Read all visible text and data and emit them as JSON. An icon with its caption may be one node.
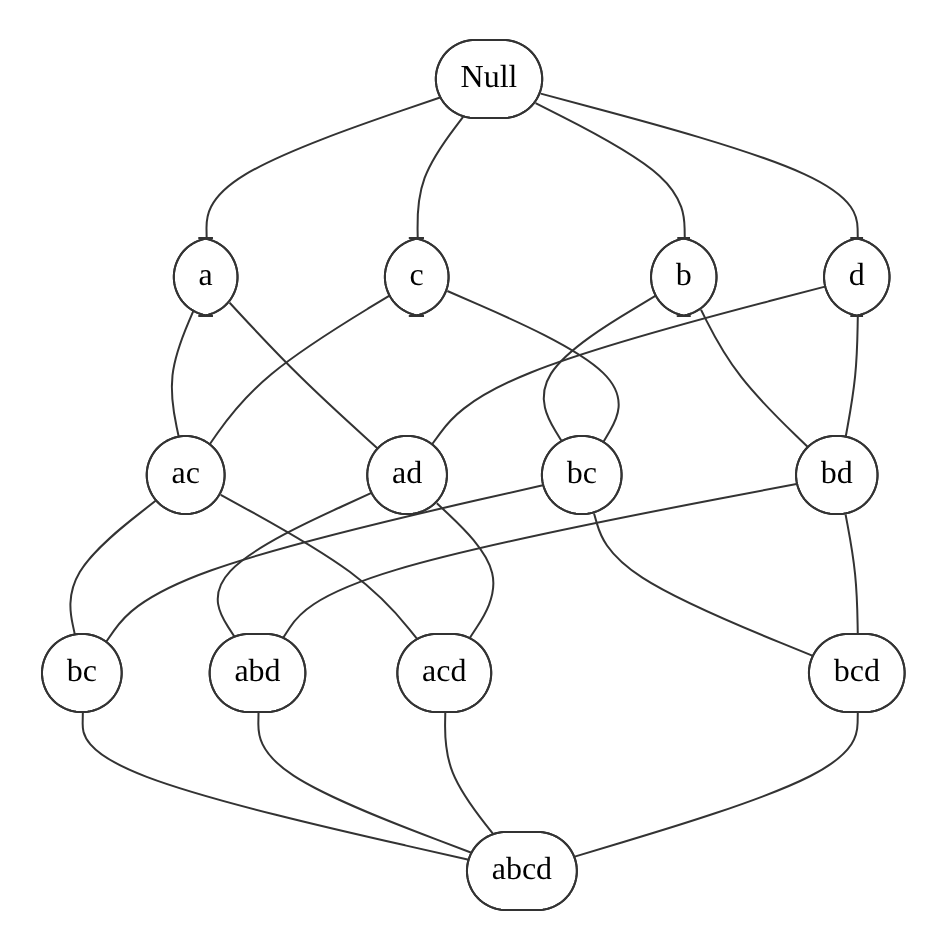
{
  "diagram": {
    "nodes": [
      {
        "text": [
          "Null"
        ]
      },
      {
        "text": [
          "a"
        ]
      },
      {
        "text": [
          "b"
        ]
      },
      {
        "text": [
          "c"
        ]
      },
      {
        "text": [
          "d"
        ]
      },
      {
        "text": [
          "ac"
        ]
      },
      {
        "text": [
          "ad"
        ]
      },
      {
        "text": [
          "bc"
        ]
      },
      {
        "text": [
          "bd"
        ]
      },
      {
        "text": [
          "bc"
        ]
      },
      {
        "text": [
          "abd"
        ]
      },
      {
        "text": [
          "acd"
        ]
      },
      {
        "text": [
          "bcd"
        ]
      },
      {
        "text": [
          "abcd"
        ]
      }
    ],
    "edges": [
      {
        "from": 0,
        "to": 1,
        "arrow": "none"
      },
      {
        "from": 0,
        "to": 2,
        "arrow": "none"
      },
      {
        "from": 0,
        "to": 3,
        "arrow": "none"
      },
      {
        "from": 0,
        "to": 4,
        "arrow": "none"
      },
      {
        "from": 1,
        "to": 5,
        "arrow": "none"
      },
      {
        "from": 1,
        "to": 6,
        "arrow": "none"
      },
      {
        "from": 2,
        "to": 7,
        "arrow": "none"
      },
      {
        "from": 2,
        "to": 8,
        "arrow": "none"
      },
      {
        "from": 3,
        "to": 5,
        "arrow": "none"
      },
      {
        "from": 3,
        "to": 7,
        "arrow": "none"
      },
      {
        "from": 4,
        "to": 6,
        "arrow": "none"
      },
      {
        "from": 4,
        "to": 8,
        "arrow": "none"
      },
      {
        "from": 5,
        "to": 9,
        "arrow": "none"
      },
      {
        "from": 5,
        "to": 11,
        "arrow": "none"
      },
      {
        "from": 6,
        "to": 10,
        "arrow": "none"
      },
      {
        "from": 6,
        "to": 11,
        "arrow": "none"
      },
      {
        "from": 7,
        "to": 9,
        "arrow": "none"
      },
      {
        "from": 7,
        "to": 12,
        "arrow": "none"
      },
      {
        "from": 8,
        "to": 10,
        "arrow": "none"
      },
      {
        "from": 8,
        "to": 12,
        "arrow": "none"
      },
      {
        "from": 9,
        "to": 13,
        "arrow": "none"
      },
      {
        "from": 10,
        "to": 13,
        "arrow": "none"
      },
      {
        "from": 11,
        "to": 13,
        "arrow": "none"
      },
      {
        "from": 12,
        "to": 13,
        "arrow": "none"
      }
    ]
  }
}
